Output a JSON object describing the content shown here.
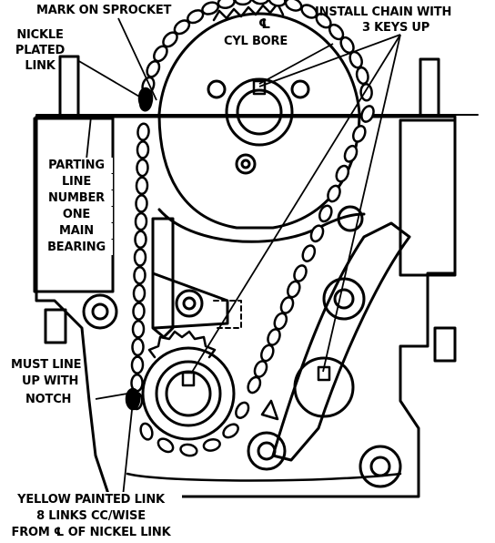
{
  "diagram": {
    "callouts": {
      "mark_on_sprocket": "MARK ON SPROCKET",
      "centerline_symbol": "℄",
      "cyl_bore": "CYL BORE",
      "install_chain_line1": "INSTALL CHAIN WITH",
      "install_chain_line2": "3 KEYS UP",
      "nickle_plated_line1": "NICKLE",
      "nickle_plated_line2": "PLATED",
      "nickle_plated_line3": "LINK",
      "parting_line1": "PARTING",
      "parting_line2": "LINE",
      "parting_line3": "NUMBER",
      "parting_line4": "ONE",
      "parting_line5": "MAIN",
      "parting_line6": "BEARING",
      "must_line_up_line1": "MUST LINE",
      "must_line_up_line2": "UP WITH",
      "must_line_up_line3": "NOTCH",
      "yellow_link_line1": "YELLOW PAINTED LINK",
      "yellow_link_line2": "8 LINKS CC/WISE",
      "yellow_link_line3": "FROM ℄ OF NICKEL LINK"
    },
    "colors": {
      "ink": "#000000",
      "paper": "#ffffff"
    }
  }
}
